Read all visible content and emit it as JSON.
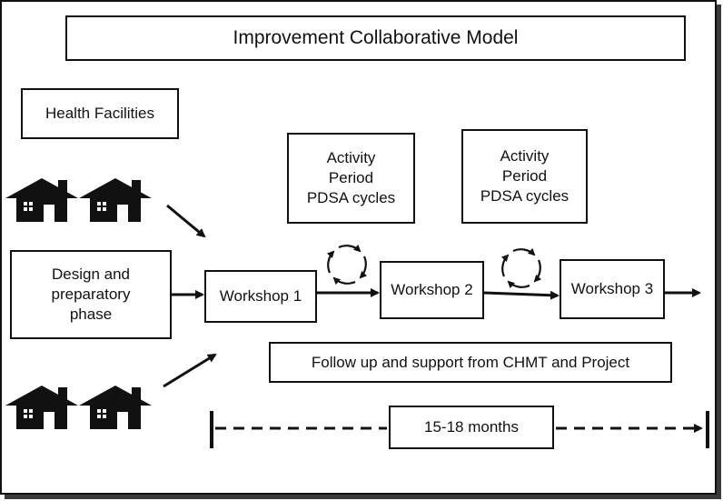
{
  "title": "Improvement Collaborative Model",
  "health_facilities_label": "Health Facilities",
  "activity_period_1": "Activity\nPeriod\nPDSA cycles",
  "activity_period_2": "Activity\nPeriod\nPDSA cycles",
  "design_phase_label": "Design and\npreparatory\nphase",
  "workshops": [
    "Workshop 1",
    "Workshop 2",
    "Workshop 3"
  ],
  "followup_label": "Follow up and support from CHMT and Project",
  "duration_label": "15-18 months",
  "icons": [
    "house-icon",
    "pdsa-cycle-icon",
    "arrow-icon"
  ]
}
